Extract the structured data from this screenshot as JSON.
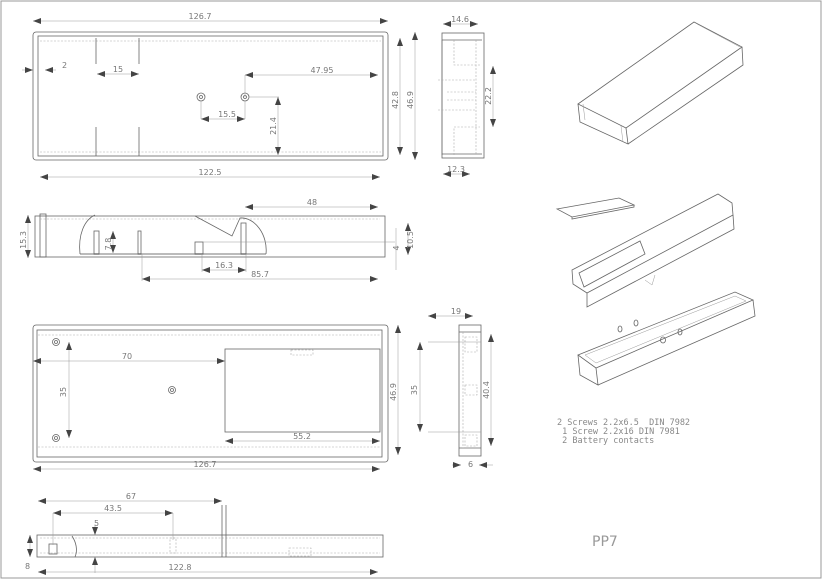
{
  "drawing_title": "PP7",
  "notes": [
    "2 Screws 2.2x6.5  DIN 7982",
    " 1 Screw 2.2x16 DIN 7981",
    " 2 Battery contacts"
  ],
  "top_view": {
    "overall_length": "126.7",
    "inner_length": "122.5",
    "inner_width": "42.8",
    "overall_width": "46.9",
    "wall": "2",
    "partition_gap": "15",
    "screw_offset": "47.95",
    "screw_spacing": "15.5",
    "screw_height": "21.4"
  },
  "side_view": {
    "height": "15.3",
    "recess_length": "48",
    "recess_height": "10.5",
    "step": "4",
    "rib_height": "7.8",
    "slot_length": "16.3",
    "rib_offset": "85.7"
  },
  "end_view_top": {
    "outer_width": "14.6",
    "inner_width": "12.3",
    "slot_span": "22.2"
  },
  "bottom_view": {
    "battery_offset": "70",
    "screw_spacing": "35",
    "battery_length": "55.2",
    "overall_length": "126.7",
    "overall_width": "46.9"
  },
  "end_view_bottom": {
    "depth": "19",
    "inner_span": "35",
    "outer_span": "40.4",
    "lip": "6"
  },
  "section_view": {
    "partition_offset": "67",
    "screw_offset": "43.5",
    "screw_depth": "5",
    "height": "8",
    "length": "122.8"
  }
}
